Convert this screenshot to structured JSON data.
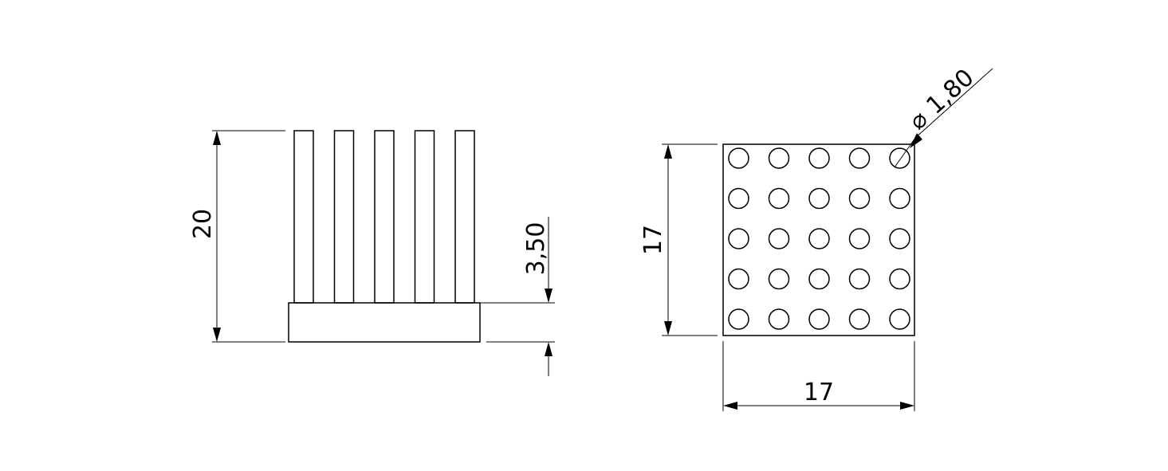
{
  "drawing": {
    "side_view": {
      "dim_height": "20",
      "dim_base_thickness": "3,50",
      "pin_count": 5
    },
    "top_view": {
      "dim_height": "17",
      "dim_width": "17",
      "dim_pin_diameter": "1,80",
      "pin_grid": {
        "rows": 5,
        "cols": 5
      },
      "diameter_symbol": "⌀"
    }
  }
}
